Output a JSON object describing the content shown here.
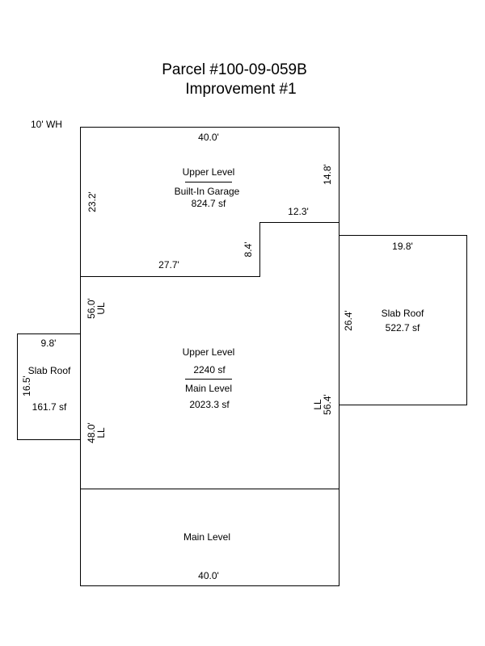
{
  "title": {
    "line1": "Parcel #100-09-059B",
    "line2": "Improvement #1"
  },
  "wall_height": "10' WH",
  "garage": {
    "top_dim": "40.0'",
    "left_dim": "23.2'",
    "right_dim": "14.8'",
    "step_top_dim": "12.3'",
    "step_vertical_dim": "8.4'",
    "bottom_dim": "27.7'",
    "level_label": "Upper Level",
    "type_label": "Built-In Garage",
    "area": "824.7 sf"
  },
  "main": {
    "left_upper_dim": "56.0'",
    "left_upper_code": "UL",
    "left_lower_dim": "48.0'",
    "left_lower_code": "LL",
    "right_code": "LL",
    "right_dim": "56.4'",
    "upper_label": "Upper Level",
    "upper_area": "2240 sf",
    "lower_label": "Main Level",
    "lower_area": "2023.3 sf"
  },
  "bottom": {
    "label": "Main Level",
    "dim": "40.0'"
  },
  "slab_right": {
    "top_dim": "19.8'",
    "side_dim": "26.4'",
    "label": "Slab Roof",
    "area": "522.7 sf"
  },
  "slab_left": {
    "top_dim": "9.8'",
    "side_dim": "16.5'",
    "label": "Slab Roof",
    "area": "161.7 sf"
  }
}
